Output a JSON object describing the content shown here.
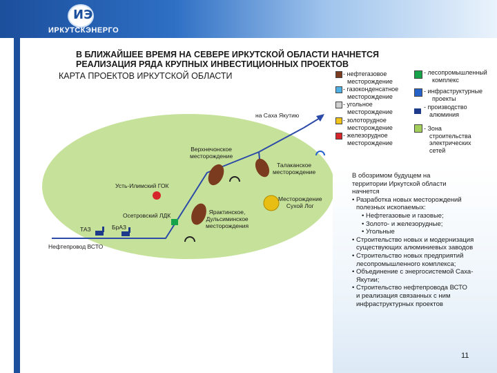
{
  "header": {
    "company_name": "ИРКУТСКЭНЕРГО",
    "logo_mark": "ИЭ"
  },
  "title": {
    "line1": "В БЛИЖАЙШЕЕ ВРЕМЯ НА СЕВЕРЕ ИРКУТСКОЙ ОБЛАСТИ НАЧНЕТСЯ",
    "line2": "РЕАЛИЗАЦИЯ РЯДА КРУПНЫХ ИНВЕСТИЦИОННЫХ ПРОЕКТОВ"
  },
  "map_title": "КАРТА ПРОЕКТОВ ИРКУТСКОЙ ОБЛАСТИ",
  "legend": {
    "left": [
      {
        "lines": [
          "- нефтегазовое",
          "месторождение"
        ],
        "color": "#7a3b1e"
      },
      {
        "lines": [
          "- газоконденсатное",
          "месторождение"
        ],
        "color": "#4fb0e6"
      },
      {
        "lines": [
          "- угольное",
          "месторождение"
        ],
        "color": "#d0d0d0"
      },
      {
        "lines": [
          "- золоторудное",
          "месторождение"
        ],
        "color": "#f2c318"
      },
      {
        "lines": [
          "- железорудное",
          "месторождение"
        ],
        "color": "#d6262b"
      }
    ],
    "right": [
      {
        "lines": [
          "- лесопромышленный",
          "комплекс"
        ],
        "color": "#16a34a"
      },
      {
        "lines": [
          "- инфраструктурные",
          "проекты"
        ],
        "color": "#2563c9"
      },
      {
        "lines": [
          "- производство",
          "алюминия"
        ],
        "color": "#1e3a8a"
      },
      {
        "lines": [
          "- Зона",
          "строительства",
          "электрических",
          "сетей"
        ],
        "color": "#a3cf5a"
      }
    ]
  },
  "map": {
    "zone_color": "#c6e29a",
    "labels": {
      "sakha": "на Саха Якутию",
      "verkhnechonskoe": [
        "Верхнечонское",
        "месторождение"
      ],
      "talakanskoe": [
        "Талаканское",
        "месторождение"
      ],
      "ust_ilimsk": "Усть-Илимский ГОК",
      "sukhoy_log": [
        "Месторождение",
        "Сухой Лог"
      ],
      "osetrovsky": "Осетровский ЛДК",
      "yaraktinskoe": [
        "Ярактинское,",
        "Дульсиминское",
        "месторождения"
      ],
      "taz": "ТАЗ",
      "braz": "БрАЗ",
      "vsto": "Нефтепровод ВСТО"
    }
  },
  "info": {
    "lines": [
      {
        "text": "В обозримом будущем на",
        "indent": 0
      },
      {
        "text": "территории Иркутской области",
        "indent": 0
      },
      {
        "text": "начнется",
        "indent": 0
      },
      {
        "text": "• Разработка новых месторождений",
        "indent": 0
      },
      {
        "text": "полезных ископаемых:",
        "indent": 1
      },
      {
        "text": "• Нефтегазовые и газовые;",
        "indent": 2
      },
      {
        "text": "• Золото- и железорудные;",
        "indent": 2
      },
      {
        "text": "• Угольные",
        "indent": 2
      },
      {
        "text": "• Строительство новых и модернизация",
        "indent": 0
      },
      {
        "text": "существующих алюминиевых заводов",
        "indent": 1
      },
      {
        "text": "• Строительство новых предприятий",
        "indent": 0
      },
      {
        "text": "лесопромышленного комплекса;",
        "indent": 1
      },
      {
        "text": "• Объединение с энергосистемой Саха-",
        "indent": 0
      },
      {
        "text": "Якутии;",
        "indent": 1
      },
      {
        "text": "• Строительство нефтепровода ВСТО",
        "indent": 0
      },
      {
        "text": "и реализация связанных с ним",
        "indent": 1
      },
      {
        "text": "инфраструктурных проектов",
        "indent": 1
      }
    ]
  },
  "page_number": "11"
}
